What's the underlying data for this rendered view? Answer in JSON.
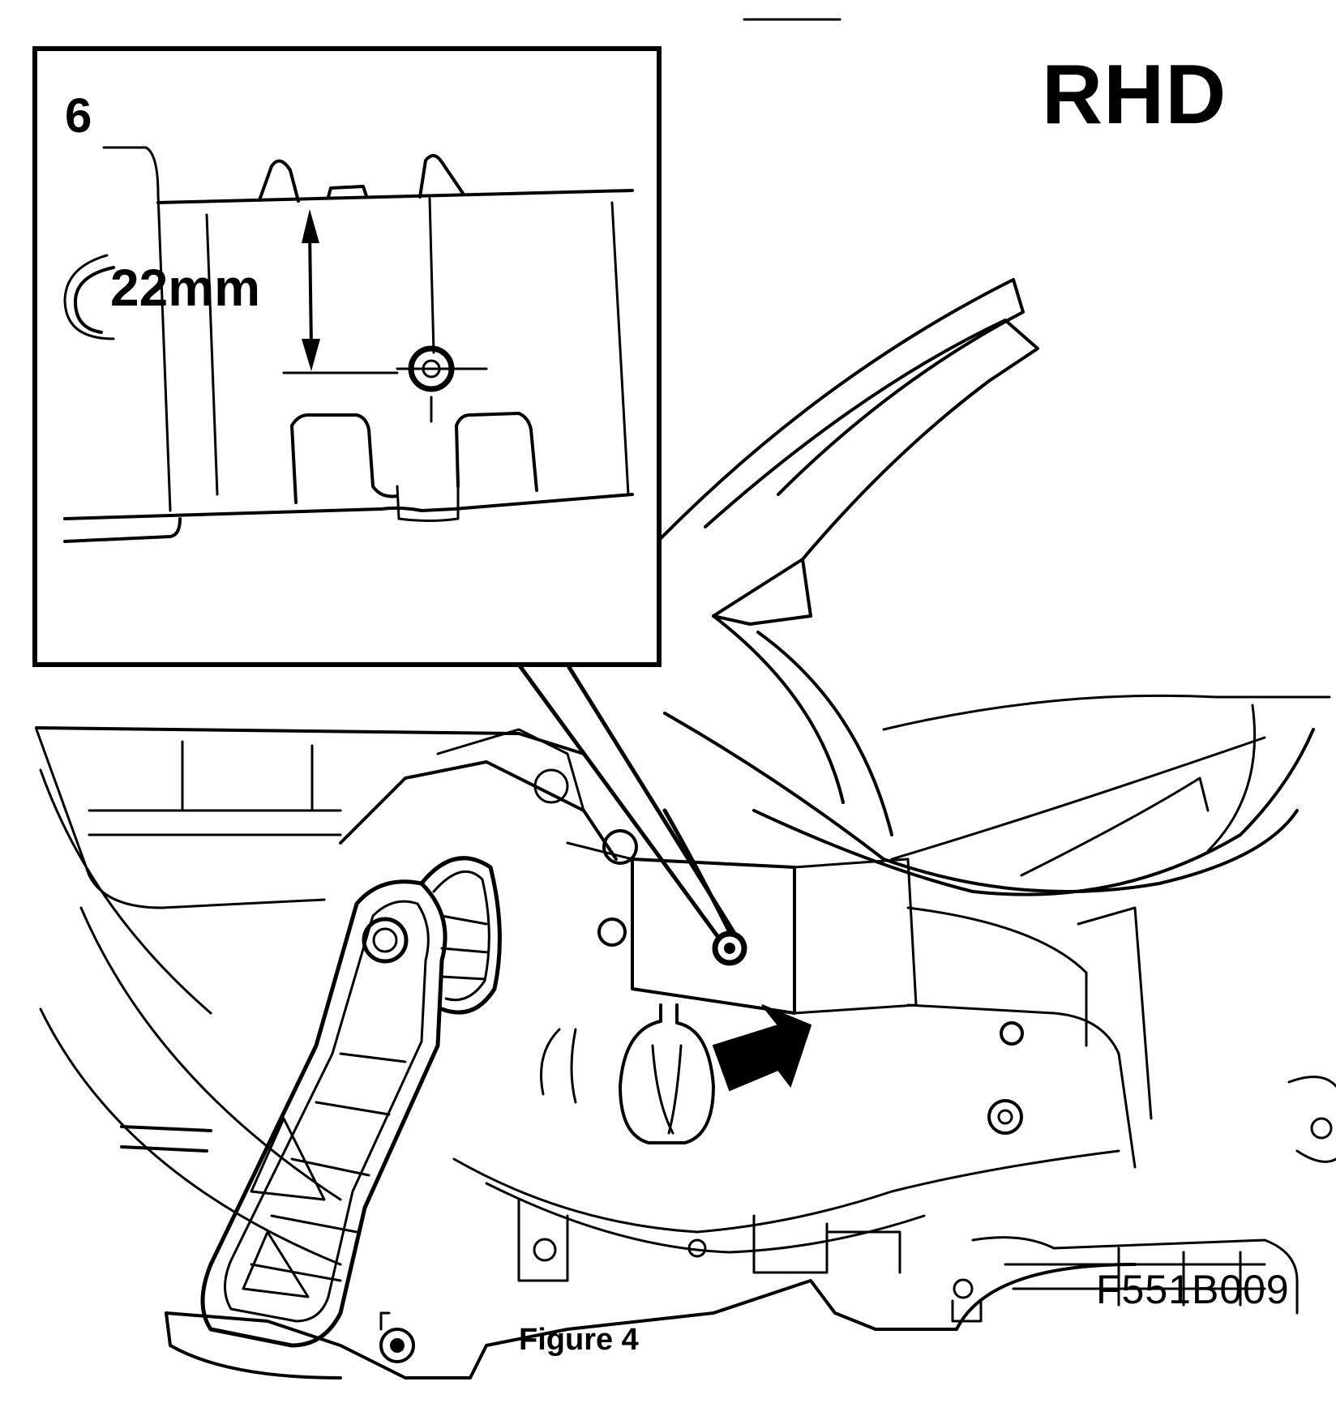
{
  "figure": {
    "corner_label": "RHD",
    "inset_callout": "6",
    "dimension": "22mm",
    "image_code": "F551B009",
    "caption": "Figure 4"
  },
  "colors": {
    "ink": "#000000",
    "paper": "#ffffff"
  },
  "icons": [
    "dimension-arrow-icon",
    "socket-rotation-icon",
    "direction-arrow-icon"
  ]
}
